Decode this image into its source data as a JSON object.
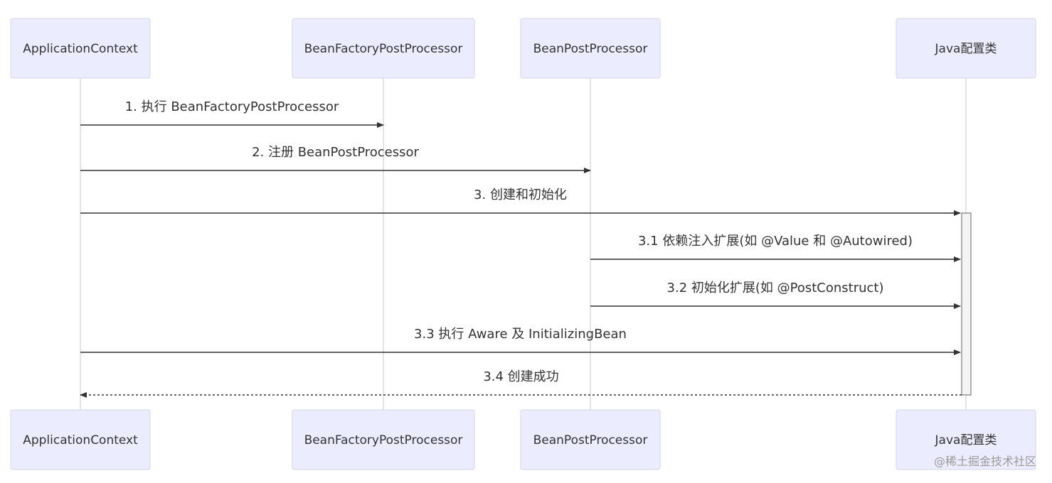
{
  "actors": [
    {
      "id": "app",
      "label": "ApplicationContext"
    },
    {
      "id": "bfpp",
      "label": "BeanFactoryPostProcessor"
    },
    {
      "id": "bpp",
      "label": "BeanPostProcessor"
    },
    {
      "id": "cfg",
      "label": "Java配置类"
    }
  ],
  "messages": [
    {
      "from": "app",
      "to": "bfpp",
      "label": "1. 执行 BeanFactoryPostProcessor",
      "style": "solid"
    },
    {
      "from": "app",
      "to": "bpp",
      "label": "2. 注册 BeanPostProcessor",
      "style": "solid"
    },
    {
      "from": "app",
      "to": "cfg",
      "label": "3. 创建和初始化",
      "style": "solid"
    },
    {
      "from": "bpp",
      "to": "cfg",
      "label": "3.1 依赖注入扩展(如 @Value 和 @Autowired)",
      "style": "solid"
    },
    {
      "from": "bpp",
      "to": "cfg",
      "label": "3.2 初始化扩展(如 @PostConstruct)",
      "style": "solid"
    },
    {
      "from": "app",
      "to": "cfg",
      "label": "3.3 执行 Aware 及 InitializingBean",
      "style": "solid"
    },
    {
      "from": "cfg",
      "to": "app",
      "label": "3.4 创建成功",
      "style": "dotted"
    }
  ],
  "watermark": "@稀土掘金技术社区"
}
